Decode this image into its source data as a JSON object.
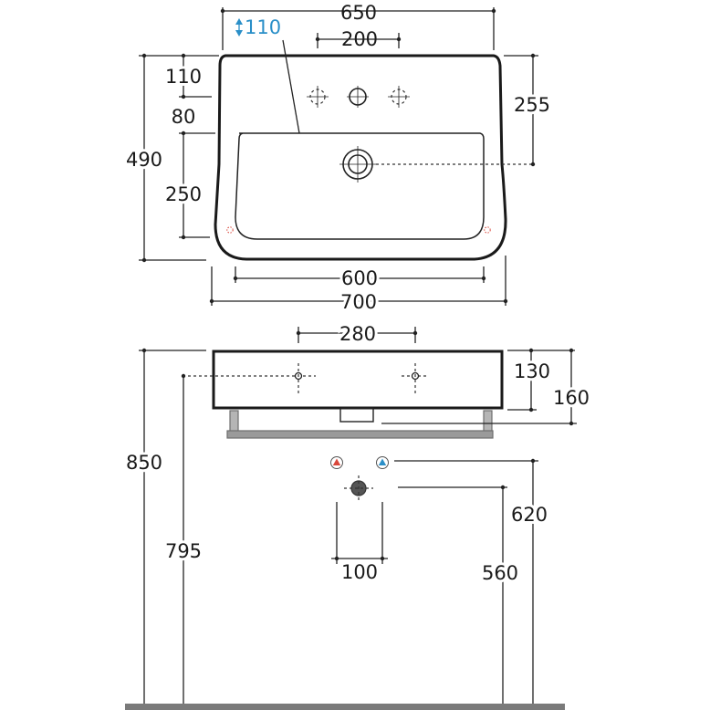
{
  "colors": {
    "accent": "#2a8fc8",
    "hot_marker": "#d9473b",
    "cold_marker": "#2a8fc8",
    "outline": "#1a1a1a",
    "bracket": "#6d6d6d",
    "floor": "#7a7a7a"
  },
  "icons": {
    "depth_marker": "double-arrow-vertical-icon",
    "hot_water": "red-triangle-icon",
    "cold_water": "blue-triangle-icon",
    "drain": "drain-outlet-icon",
    "tap_hole": "tap-hole-icon"
  },
  "top_view": {
    "width_top": "650",
    "depth_marker_value": "110",
    "tap_spacing": "200",
    "height_rim_to_tap": "110",
    "height_tap_to_bowl": "80",
    "total_depth": "490",
    "bowl_depth": "250",
    "drain_offset": "255",
    "bowl_width": "600",
    "total_width": "700"
  },
  "front_view": {
    "fixing_spacing": "280",
    "basin_height": "130",
    "height_with_bracket": "160",
    "rim_height": "850",
    "fixing_height": "795",
    "supply_spacing": "100",
    "supply_height": "620",
    "waste_height": "560"
  }
}
